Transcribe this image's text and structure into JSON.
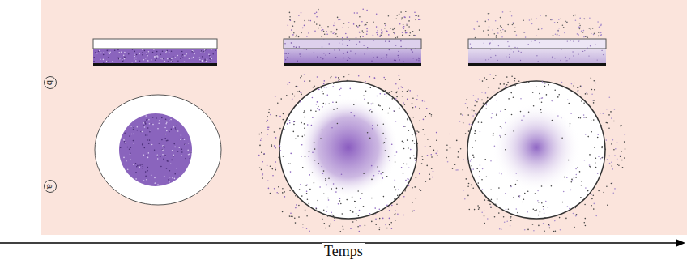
{
  "diagram": {
    "labels": [
      "b",
      "a",
      "Temps"
    ]
  }
}
